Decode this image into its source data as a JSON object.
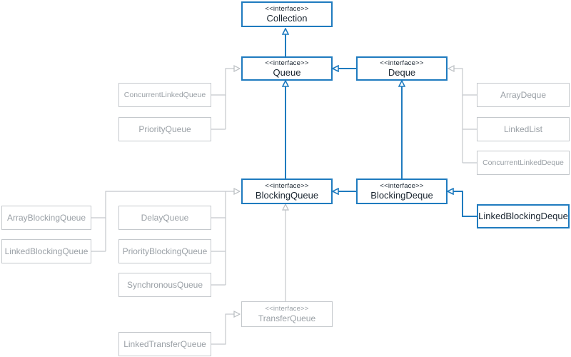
{
  "diagram": {
    "stereotype": "<<interface>>",
    "nodes": {
      "collection": "Collection",
      "queue": "Queue",
      "deque": "Deque",
      "blocking_queue": "BlockingQueue",
      "blocking_deque": "BlockingDeque",
      "transfer_queue": "TransferQueue",
      "concurrent_linked_queue": "ConcurrentLinkedQueue",
      "priority_queue": "PriorityQueue",
      "array_deque": "ArrayDeque",
      "linked_list": "LinkedList",
      "concurrent_linked_deque": "ConcurrentLinkedDeque",
      "array_blocking_queue": "ArrayBlockingQueue",
      "linked_blocking_queue": "LinkedBlockingQueue",
      "delay_queue": "DelayQueue",
      "priority_blocking_queue": "PriorityBlockingQueue",
      "synchronous_queue": "SynchronousQueue",
      "linked_blocking_deque": "LinkedBlockingDeque",
      "linked_transfer_queue": "LinkedTransferQueue"
    },
    "colors": {
      "active": "#1f7bbf",
      "inactive": "#c4c8cc"
    }
  }
}
